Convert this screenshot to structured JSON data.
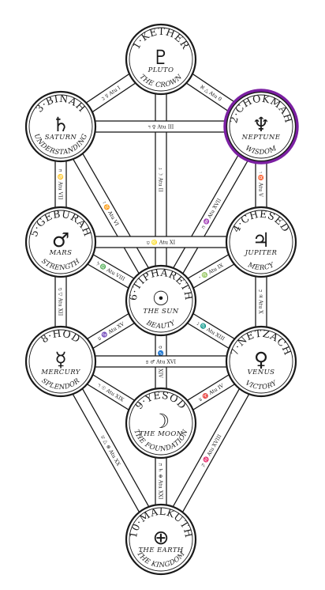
{
  "highlight_color": "#7b1fa2",
  "sephiroth": [
    {
      "key": "kether",
      "title": "1·KETHER",
      "planet": "PLUTO",
      "name": "THE CROWN",
      "symbol": "♇",
      "icon": "pluto-icon"
    },
    {
      "key": "chokmah",
      "title": "2·CHOKMAH",
      "planet": "NEPTUNE",
      "name": "WISDOM",
      "symbol": "♆",
      "icon": "neptune-icon"
    },
    {
      "key": "binah",
      "title": "3·BINAH",
      "planet": "SATURN",
      "name": "UNDERSTANDING",
      "symbol": "♄",
      "icon": "saturn-icon"
    },
    {
      "key": "chesed",
      "title": "4·CHESED",
      "planet": "JUPITER",
      "name": "MERCY",
      "symbol": "♃",
      "icon": "jupiter-icon"
    },
    {
      "key": "geburah",
      "title": "5·GEBURAH",
      "planet": "MARS",
      "name": "STRENGTH",
      "symbol": "♂",
      "icon": "mars-icon"
    },
    {
      "key": "tiphareth",
      "title": "6·TIPHARETH",
      "planet": "THE SUN",
      "name": "BEAUTY",
      "symbol": "☉",
      "icon": "sun-icon"
    },
    {
      "key": "netzach",
      "title": "7·NETZACH",
      "planet": "VENUS",
      "name": "VICTORY",
      "symbol": "♀",
      "icon": "venus-icon"
    },
    {
      "key": "hod",
      "title": "8·HOD",
      "planet": "MERCURY",
      "name": "SPLENDOR",
      "symbol": "☿",
      "icon": "mercury-icon"
    },
    {
      "key": "yesod",
      "title": "9·YESOD",
      "planet": "THE MOON",
      "name": "THE FOUNDATION",
      "symbol": "☽",
      "icon": "moon-icon"
    },
    {
      "key": "malkuth",
      "title": "10·MALKUTH",
      "planet": "THE EARTH",
      "name": "THE KINGDOM",
      "symbol": "⊕",
      "icon": "earth-icon"
    }
  ],
  "paths": [
    {
      "from": "kether",
      "to": "chokmah",
      "label": "ℵ  △  Atu 0"
    },
    {
      "from": "kether",
      "to": "binah",
      "label": "ב  ☿  Atu I"
    },
    {
      "from": "kether",
      "to": "tiphareth",
      "label": "ג  ☽  Atu II"
    },
    {
      "from": "chokmah",
      "to": "binah",
      "label": "ד  ♀  Atu III"
    },
    {
      "from": "chokmah",
      "to": "tiphareth",
      "label": "ה  ♒  Atu XVII"
    },
    {
      "from": "chokmah",
      "to": "chesed",
      "label": "ו  ♉  Atu V"
    },
    {
      "from": "binah",
      "to": "tiphareth",
      "label": "ז  ♊  Atu VI"
    },
    {
      "from": "binah",
      "to": "geburah",
      "label": "ח  ♋  Atu VII"
    },
    {
      "from": "chesed",
      "to": "geburah",
      "label": "ט  ♌  Atu XI"
    },
    {
      "from": "chesed",
      "to": "tiphareth",
      "label": "י  ♍  Atu IX"
    },
    {
      "from": "chesed",
      "to": "netzach",
      "label": "כ  ♃  Atu X"
    },
    {
      "from": "geburah",
      "to": "tiphareth",
      "label": "ל  ♎  Atu VIII"
    },
    {
      "from": "geburah",
      "to": "hod",
      "label": "מ  ▽  Atu XII"
    },
    {
      "from": "tiphareth",
      "to": "netzach",
      "label": "נ  ♏  Atu XIII"
    },
    {
      "from": "tiphareth",
      "to": "yesod",
      "label": "ס  ♐  Atu XIV"
    },
    {
      "from": "tiphareth",
      "to": "hod",
      "label": "ע  ♑  Atu XV"
    },
    {
      "from": "netzach",
      "to": "hod",
      "label": "פ  ♂  Atu XVI"
    },
    {
      "from": "netzach",
      "to": "yesod",
      "label": "צ  ♈  Atu IV"
    },
    {
      "from": "netzach",
      "to": "malkuth",
      "label": "ק  ♓  Atu XVIII"
    },
    {
      "from": "hod",
      "to": "yesod",
      "label": "ר  ☉  Atu XIX"
    },
    {
      "from": "hod",
      "to": "malkuth",
      "label": "ש  △  ⊛  Atu XX"
    },
    {
      "from": "yesod",
      "to": "malkuth",
      "label": "ת  ♄  ⊕  Atu XXI"
    }
  ]
}
